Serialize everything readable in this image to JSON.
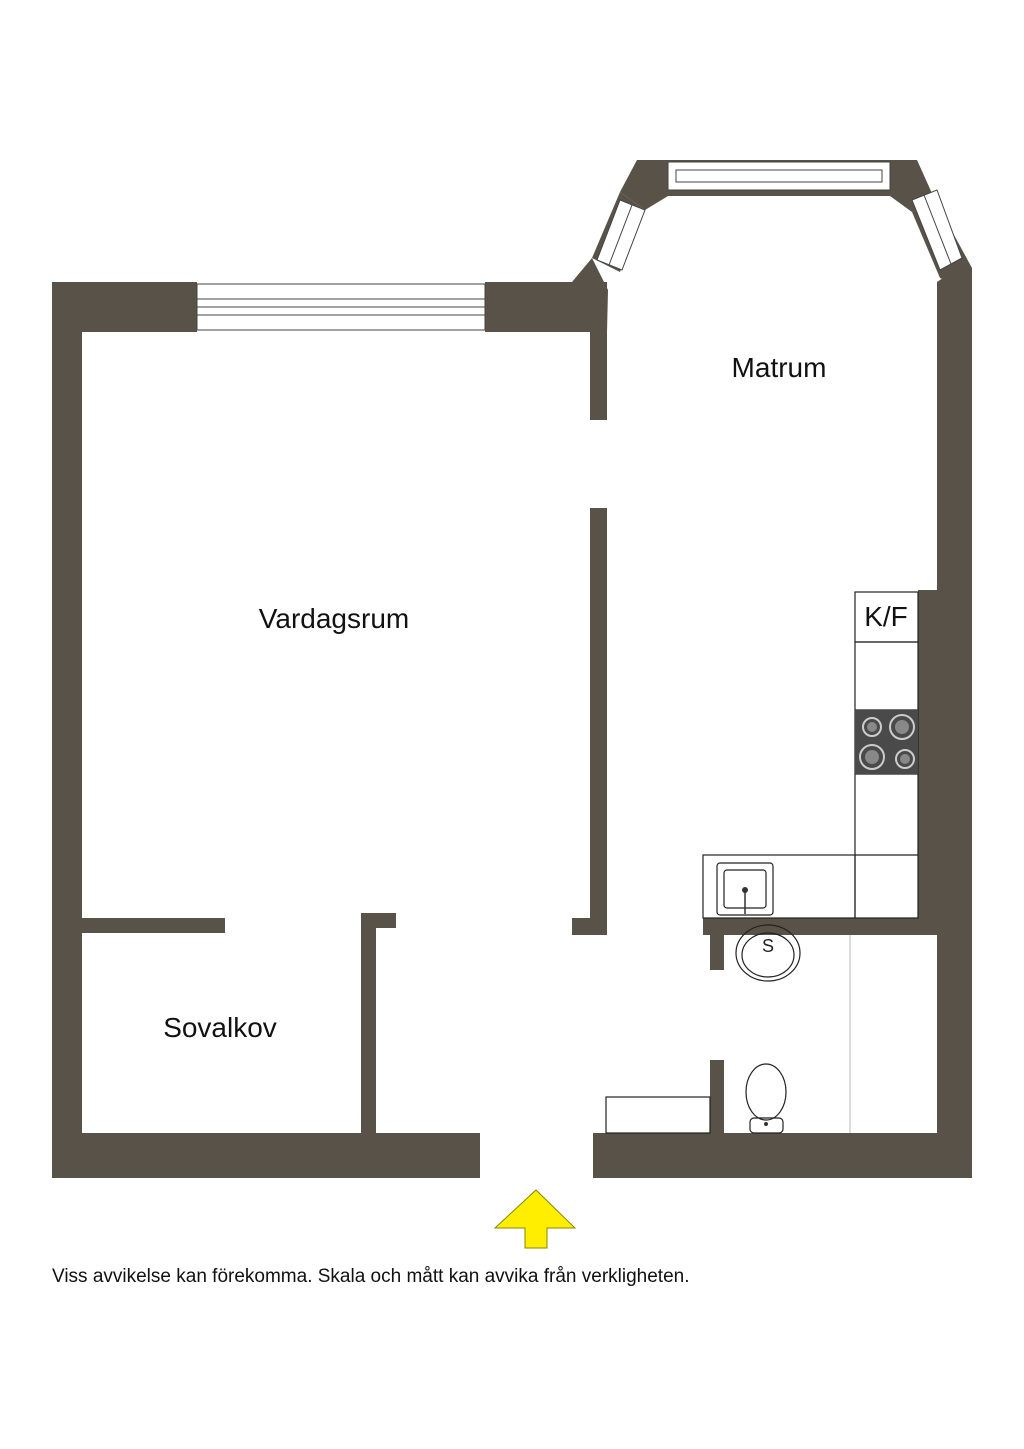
{
  "rooms": {
    "living": "Vardagsrum",
    "dining": "Matrum",
    "alcove": "Sovalkov",
    "fridge_freezer": "K/F"
  },
  "disclaimer": "Viss avvikelse kan förekomma. Skala och mått kan avvika från verkligheten.",
  "colors": {
    "wall": "#585248",
    "entrance_arrow": "#ffee00"
  },
  "icons": [
    "window-icon",
    "stove-icon",
    "sink-icon",
    "washbasin-icon",
    "toilet-icon",
    "entrance-arrow-icon"
  ]
}
